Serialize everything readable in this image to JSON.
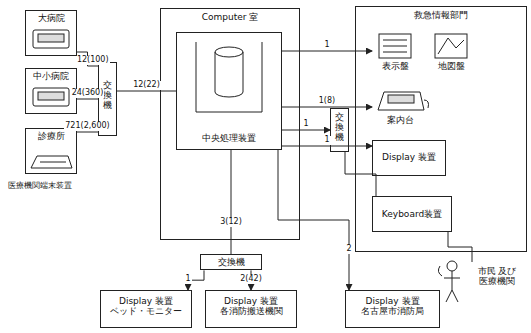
{
  "diagram": {
    "nodes": [
      {
        "text": [
          "大病院"
        ]
      },
      {
        "text": [
          "中小病院"
        ]
      },
      {
        "text": [
          "診療所"
        ]
      },
      {
        "text": [
          "交換機"
        ]
      },
      {
        "text": [
          "Computer 室"
        ]
      },
      {
        "text": [
          "中央処理装置"
        ],
        "in": 4
      },
      {
        "text": [
          "救急情報部門"
        ]
      },
      {
        "text": [
          "表示盤"
        ],
        "in": 6
      },
      {
        "text": [
          "地図盤"
        ],
        "in": 6
      },
      {
        "text": [
          "案内台"
        ],
        "in": 6
      },
      {
        "text": [
          "Display 装置"
        ],
        "in": 6
      },
      {
        "text": [
          "交換機"
        ]
      },
      {
        "text": [
          "Keyboard装置"
        ],
        "in": 6
      },
      {
        "text": [
          "交換機"
        ]
      },
      {
        "text": [
          "Display 装置",
          "ベッド・モニター"
        ]
      },
      {
        "text": [
          "Display 装置",
          "各消防搬送機関"
        ]
      },
      {
        "text": [
          "Display 装置",
          "名古屋市消防局"
        ]
      },
      {
        "text": [
          "市民 及び 医療機関"
        ]
      }
    ],
    "edges": [
      {
        "from": 0,
        "to": 3,
        "label": "12(100)",
        "arrow": "none"
      },
      {
        "from": 1,
        "to": 3,
        "label": "24(360)",
        "arrow": "none"
      },
      {
        "from": 2,
        "to": 3,
        "label": "721(2,600)",
        "arrow": "none"
      },
      {
        "from": 3,
        "to": 5,
        "label": "12(22)",
        "arrow": "none"
      },
      {
        "from": 5,
        "to": 7,
        "label": "1",
        "arrow": "to"
      },
      {
        "from": 5,
        "to": 9,
        "label": "1(8)",
        "arrow": "to"
      },
      {
        "from": 5,
        "to": 11,
        "label": "1",
        "arrow": "to"
      },
      {
        "from": 5,
        "to": 10,
        "label": "1",
        "arrow": "to"
      },
      {
        "from": 11,
        "to": 12,
        "arrow": "none"
      },
      {
        "from": 5,
        "to": 13,
        "label": "3(12)",
        "arrow": "none"
      },
      {
        "from": 13,
        "to": 14,
        "label": "1",
        "arrow": "to"
      },
      {
        "from": 13,
        "to": 15,
        "label": "2(42)",
        "arrow": "to"
      },
      {
        "from": 5,
        "to": 16,
        "label": "2",
        "arrow": "to"
      },
      {
        "from": 17,
        "to": 12,
        "arrow": "none"
      }
    ],
    "labels": [
      "医療機関端末装置"
    ]
  }
}
